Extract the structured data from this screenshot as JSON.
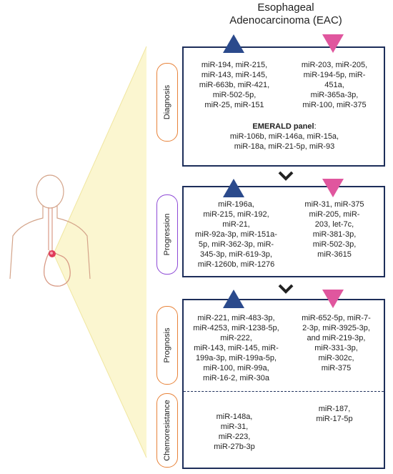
{
  "title_line1": "Esophageal",
  "title_line2": "Adenocarcinoma (EAC)",
  "colors": {
    "up_triangle": "#2b4a8c",
    "down_triangle": "#e0569e",
    "box_border": "#1d2e5a",
    "cone": "#f7f0b4"
  },
  "diagnosis": {
    "label": "Diagnosis",
    "up": [
      "miR-194, miR-215,",
      "miR-143, miR-145,",
      "miR-663b, miR-421,",
      "miR-502-5p,",
      "miR-25, miR-151"
    ],
    "down": [
      "miR-203, miR-205,",
      "miR-194-5p, miR-",
      "451a,",
      "miR-365a-3p,",
      "miR-100, miR-375"
    ],
    "panel_title": "EMERALD panel",
    "panel_colon": ":",
    "panel_lines": [
      "miR-106b, miR-146a, miR-15a,",
      "miR-18a, miR-21-5p, miR-93"
    ]
  },
  "progression": {
    "label": "Progression",
    "up": [
      "miR-196a,",
      "miR-215, miR-192,",
      "miR-21,",
      "miR-92a-3p, miR-151a-",
      "5p, miR-362-3p, miR-",
      "345-3p, miR-619-3p,",
      "miR-1260b, miR-1276"
    ],
    "down": [
      "miR-31, miR-375",
      "miR-205, miR-",
      "203, let-7c,",
      "miR-381-3p,",
      "miR-502-3p,",
      "miR-3615"
    ]
  },
  "prognosis": {
    "label": "Prognosis",
    "up": [
      "miR-221, miR-483-3p,",
      "miR-4253, miR-1238-5p,",
      "miR-222,",
      "miR-143, miR-145, miR-",
      "199a-3p, miR-199a-5p,",
      "miR-100, miR-99a,",
      "miR-16-2, miR-30a"
    ],
    "down": [
      "miR-652-5p, miR-7-",
      "2-3p, miR-3925-3p,",
      "and miR-219-3p,",
      "miR-331-3p,",
      "miR-302c,",
      "miR-375"
    ]
  },
  "chemoresistance": {
    "label": "Chemoresistance",
    "up": [
      "miR-148a,",
      "miR-31,",
      "miR-223,",
      "miR-27b-3p"
    ],
    "down": [
      "miR-187,",
      "miR-17-5p"
    ]
  }
}
